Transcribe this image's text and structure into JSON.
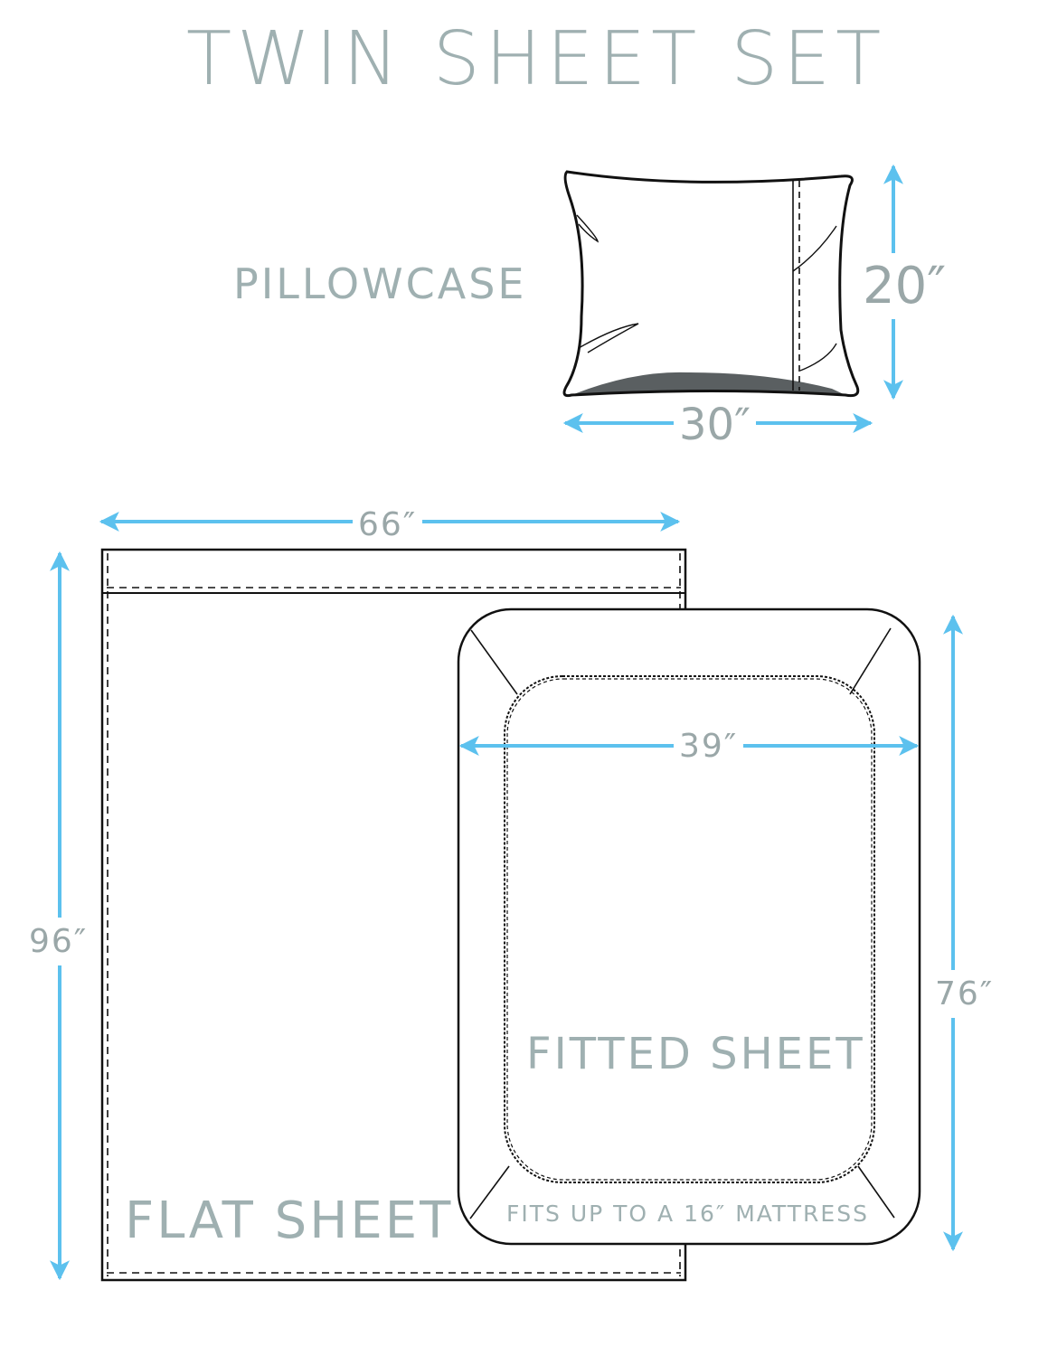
{
  "title": "TWIN SHEET SET",
  "colors": {
    "label_text": "#9fb0b1",
    "dimension_text": "#9aa7a8",
    "arrow": "#5cc1ee",
    "outline": "#111111",
    "pillow_shadow": "#5a5f61",
    "background": "#ffffff"
  },
  "pillowcase": {
    "label": "PILLOWCASE",
    "width": "30″",
    "height": "20″"
  },
  "flat_sheet": {
    "label": "FLAT SHEET",
    "width": "66″",
    "length": "96″"
  },
  "fitted_sheet": {
    "label": "FITTED SHEET",
    "width": "39″",
    "length": "76″",
    "note": "FITS UP TO A 16″ MATTRESS"
  }
}
